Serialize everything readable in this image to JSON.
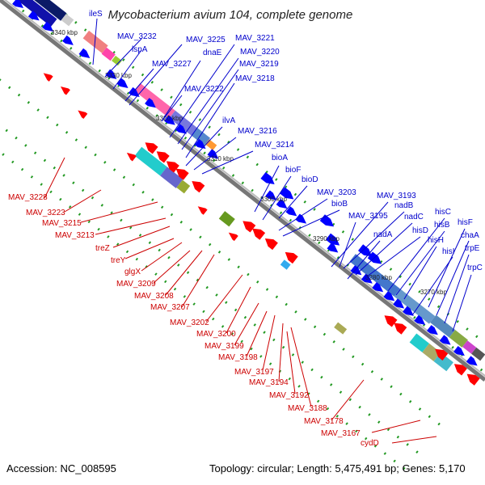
{
  "title": "Mycobacterium avium 104, complete genome",
  "accession": "Accession: NC_008595",
  "topology": "Topology: circular; Length: 5,475,491 bp; Genes: 5,170",
  "ticks": [
    "3340 kbp",
    "3330 kbp",
    "3320 kbp",
    "3310 kbp",
    "3300 kbp",
    "3290 kbp",
    "3280 kbp",
    "3270 kbp"
  ],
  "forward_labels": [
    "ileS",
    "MAV_3232",
    "lspA",
    "MAV_3225",
    "dnaE",
    "MAV_3227",
    "MAV_3221",
    "MAV_3220",
    "MAV_3219",
    "MAV_3218",
    "MAV_3222",
    "ilvA",
    "MAV_3216",
    "MAV_3214",
    "bioA",
    "bioF",
    "bioD",
    "MAV_3203",
    "bioB",
    "MAV_3195",
    "MAV_3193",
    "nadB",
    "nadC",
    "hisD",
    "nadA",
    "hisC",
    "hisB",
    "hisH",
    "hisF",
    "chaA",
    "hisI",
    "trpE",
    "trpC"
  ],
  "reverse_labels": [
    "MAV_3228",
    "MAV_3223",
    "MAV_3215",
    "MAV_3213",
    "treZ",
    "treY",
    "glgX",
    "MAV_3209",
    "MAV_3208",
    "MAV_3207",
    "MAV_3202",
    "MAV_3200",
    "MAV_3199",
    "MAV_3198",
    "MAV_3197",
    "MAV_3194",
    "MAV_3192",
    "MAV_3188",
    "MAV_3178",
    "MAV_3167",
    "cydD"
  ],
  "colors": {
    "forward": "#0000cc",
    "reverse": "#cc0000",
    "forward_gene": "#0000ff",
    "reverse_gene": "#ff0000",
    "backbone": "#777777",
    "dots": "#229922"
  }
}
